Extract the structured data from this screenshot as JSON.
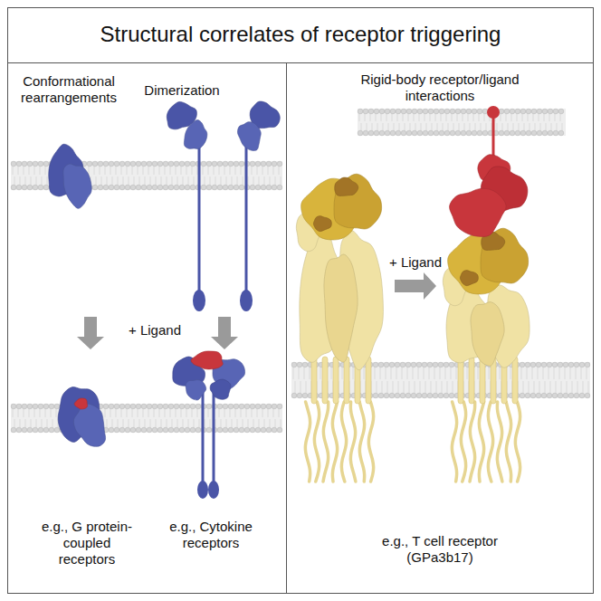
{
  "diagram": {
    "title": "Structural correlates of receptor triggering",
    "nodes": [
      {
        "text": [
          "Conformational rearrangements",
          "Dimerization",
          "+ Ligand",
          "e.g., G protein-coupled receptors",
          "e.g., Cytokine receptors"
        ]
      },
      {
        "text": [
          "Rigid-body receptor/ligand interactions",
          "+ Ligand",
          "e.g., T cell receptor (GPa3b17)"
        ]
      }
    ]
  }
}
